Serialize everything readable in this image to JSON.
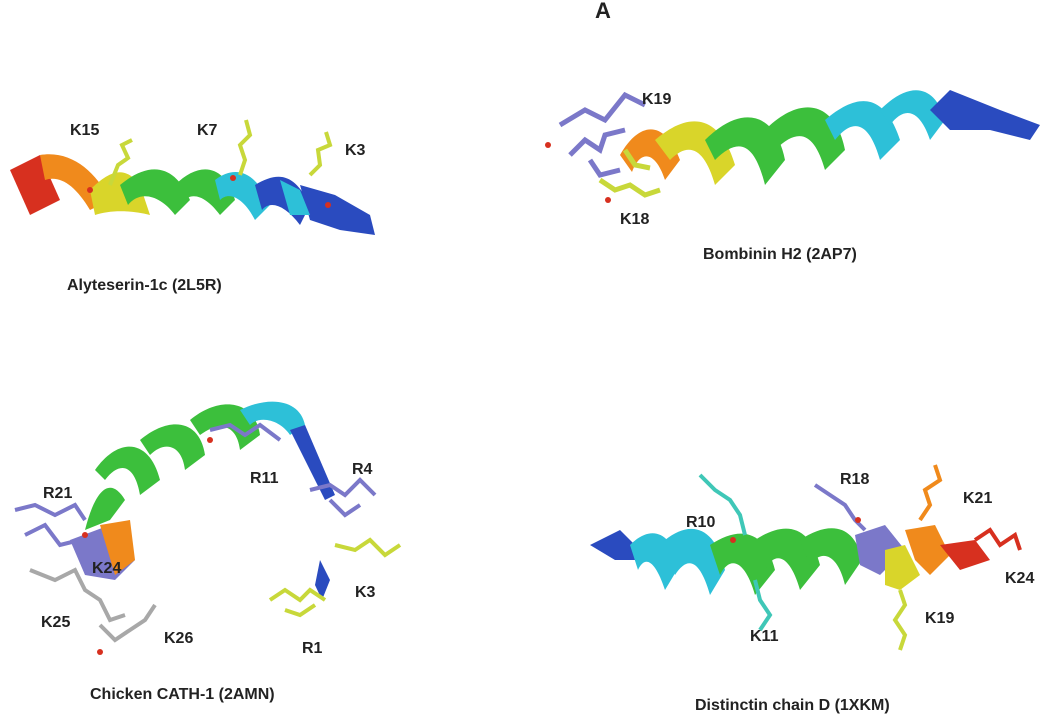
{
  "panel_letter": "A",
  "panels": [
    {
      "caption": "Alyteserin-1c (2L5R)",
      "residues": [
        "K15",
        "K7",
        "K3"
      ]
    },
    {
      "caption": "Bombinin H2 (2AP7)",
      "residues": [
        "K19",
        "K18"
      ]
    },
    {
      "caption": "Chicken CATH-1 (2AMN)",
      "residues": [
        "R21",
        "R11",
        "R4",
        "K24",
        "K3",
        "K25",
        "K26",
        "R1"
      ]
    },
    {
      "caption": "Distinctin chain D (1XKM)",
      "residues": [
        "R18",
        "K21",
        "R10",
        "K24",
        "K19",
        "K11"
      ]
    }
  ],
  "colors": {
    "red": "#d7301f",
    "orange": "#f08a1c",
    "yellow": "#d9d52a",
    "green": "#3cbf3c",
    "cyan": "#2dc0d8",
    "blue": "#2a4bbf",
    "lysine_stick": "#c8d83a",
    "arginine_stick": "#7b78c9",
    "grey_stick": "#a8a8a8",
    "teal_stick": "#3fc7b7"
  }
}
